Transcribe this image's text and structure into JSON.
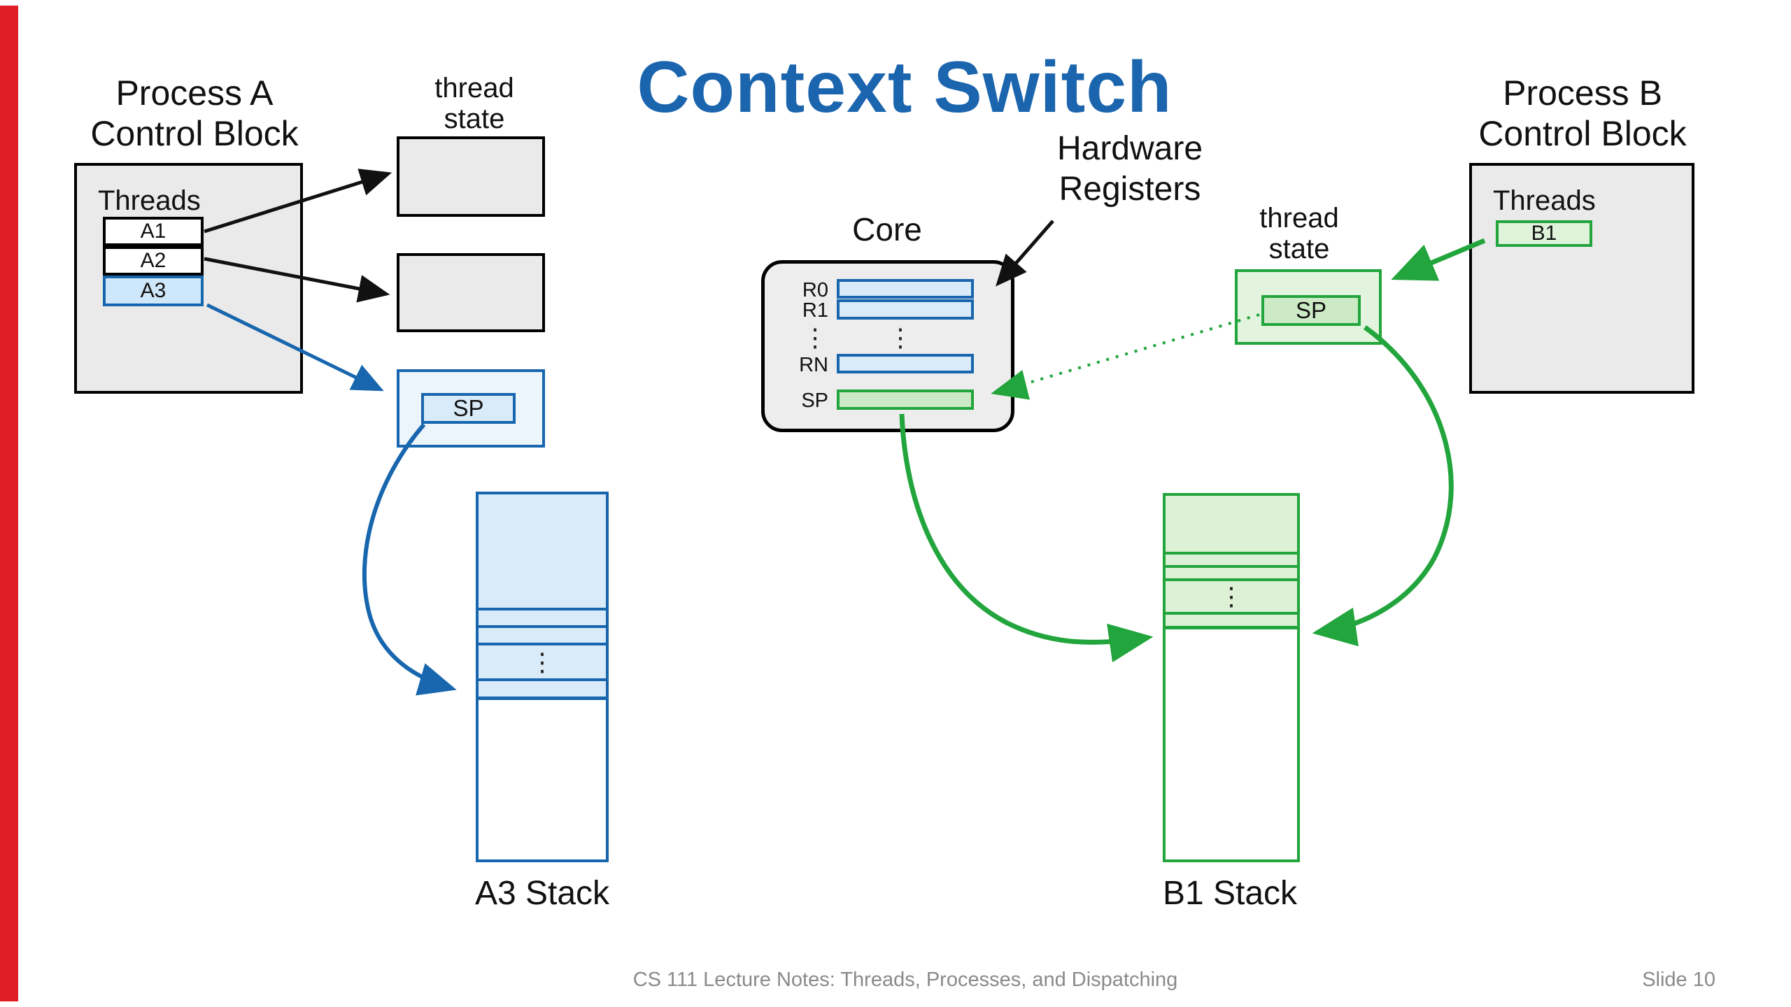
{
  "slide": {
    "title": "Context Switch",
    "footer": "CS 111 Lecture Notes: Threads, Processes, and Dispatching",
    "slide_number": "Slide 10"
  },
  "labels": {
    "thread_state_line1": "thread",
    "thread_state_line2": "state",
    "sp": "SP",
    "dots": "⋮"
  },
  "process_a": {
    "title_line1": "Process A",
    "title_line2": "Control Block",
    "threads_label": "Threads",
    "threads": [
      "A1",
      "A2",
      "A3"
    ],
    "stack_label": "A3 Stack"
  },
  "process_b": {
    "title_line1": "Process B",
    "title_line2": "Control Block",
    "threads_label": "Threads",
    "threads": [
      "B1"
    ],
    "stack_label": "B1 Stack"
  },
  "core": {
    "label": "Core",
    "hw_label_line1": "Hardware",
    "hw_label_line2": "Registers",
    "registers": [
      "R0",
      "R1",
      "RN",
      "SP"
    ]
  },
  "colors": {
    "title_blue": "#1b65ae",
    "diagram_blue": "#1766ae",
    "light_blue_fill": "#d9ebf9",
    "pale_blue_fill": "#ecf4fc",
    "diagram_green": "#21a53c",
    "light_green_fill": "#cdeac6",
    "pale_green_fill": "#e2f4dd",
    "gray_fill": "#eaeaea",
    "footer_gray": "#8a8a8a",
    "red_bar": "#e01e25"
  }
}
